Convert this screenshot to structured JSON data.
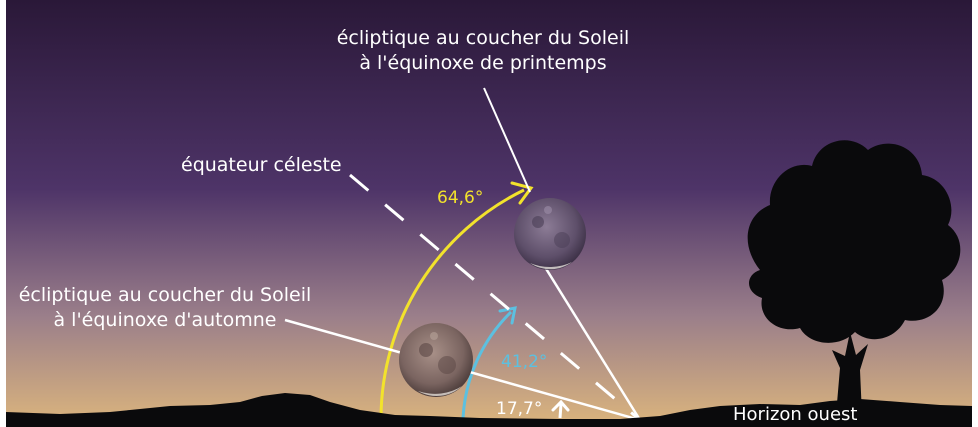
{
  "labels": {
    "spring_line1": "écliptique au coucher du Soleil",
    "spring_line2": "à l'équinoxe de printemps",
    "equator": "équateur céleste",
    "autumn_line1": "écliptique au coucher du Soleil",
    "autumn_line2": "à l'équinoxe d'automne",
    "horizon": "Horizon ouest"
  },
  "angles": {
    "spring": "64,6°",
    "equator": "41,2°",
    "autumn": "17,7°"
  },
  "colors": {
    "sky_top": "#2a1838",
    "sky_mid": "#4e3468",
    "sky_low": "#9a7e8a",
    "sky_horizon": "#d8b27e",
    "ground": "#0a0a0c",
    "spring_arc": "#f2e22c",
    "equator_arc": "#5cc0e0",
    "autumn_arc": "#ffffff",
    "moon": "#6e6076"
  },
  "icons": [
    "moon-spring",
    "moon-autumn",
    "tree-silhouette"
  ]
}
